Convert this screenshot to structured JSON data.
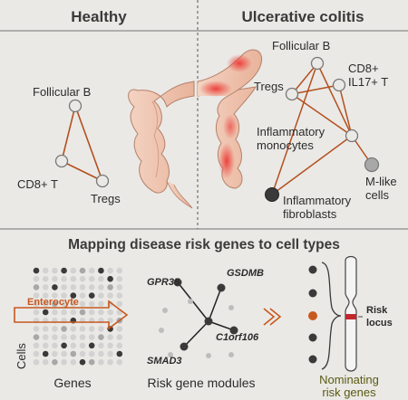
{
  "panels": {
    "healthy": {
      "title": "Healthy",
      "nodes": {
        "follicular_b": "Follicular B",
        "cd8_t": "CD8+ T",
        "tregs": "Tregs"
      }
    },
    "uc": {
      "title": "Ulcerative colitis",
      "nodes": {
        "follicular_b": "Follicular B",
        "cd8_il17_line1": "CD8+",
        "cd8_il17_line2": "IL17+ T",
        "tregs": "Tregs",
        "inflam_mono_line1": "Inflammatory",
        "inflam_mono_line2": "monocytes",
        "mlike_line1": "M-like",
        "mlike_line2": "cells",
        "inflam_fib_line1": "Inflammatory",
        "inflam_fib_line2": "fibroblasts"
      }
    }
  },
  "mapping": {
    "title": "Mapping disease risk genes to cell types",
    "enterocyte": "Enterocyte",
    "cells_label": "Cells",
    "genes_label": "Genes",
    "modules_label": "Risk gene modules",
    "genes": {
      "gpr35": "GPR35",
      "gsdmb": "GSDMB",
      "c1orf106": "C1orf106",
      "smad3": "SMAD3"
    },
    "risk_locus_line1": "Risk",
    "risk_locus_line2": "locus",
    "nominating_line1": "Nominating",
    "nominating_line2": "risk genes"
  },
  "colors": {
    "background": "#eae9e6",
    "edge": "#b4501f",
    "accent_orange": "#c8581e",
    "dark_node": "#3a3a3a",
    "mid_node": "#a8a8a8",
    "light_node": "#d2d2d2",
    "nominating_text": "#5a5a12",
    "colon": "#f0c9b4",
    "inflamed": "#e8453e"
  }
}
